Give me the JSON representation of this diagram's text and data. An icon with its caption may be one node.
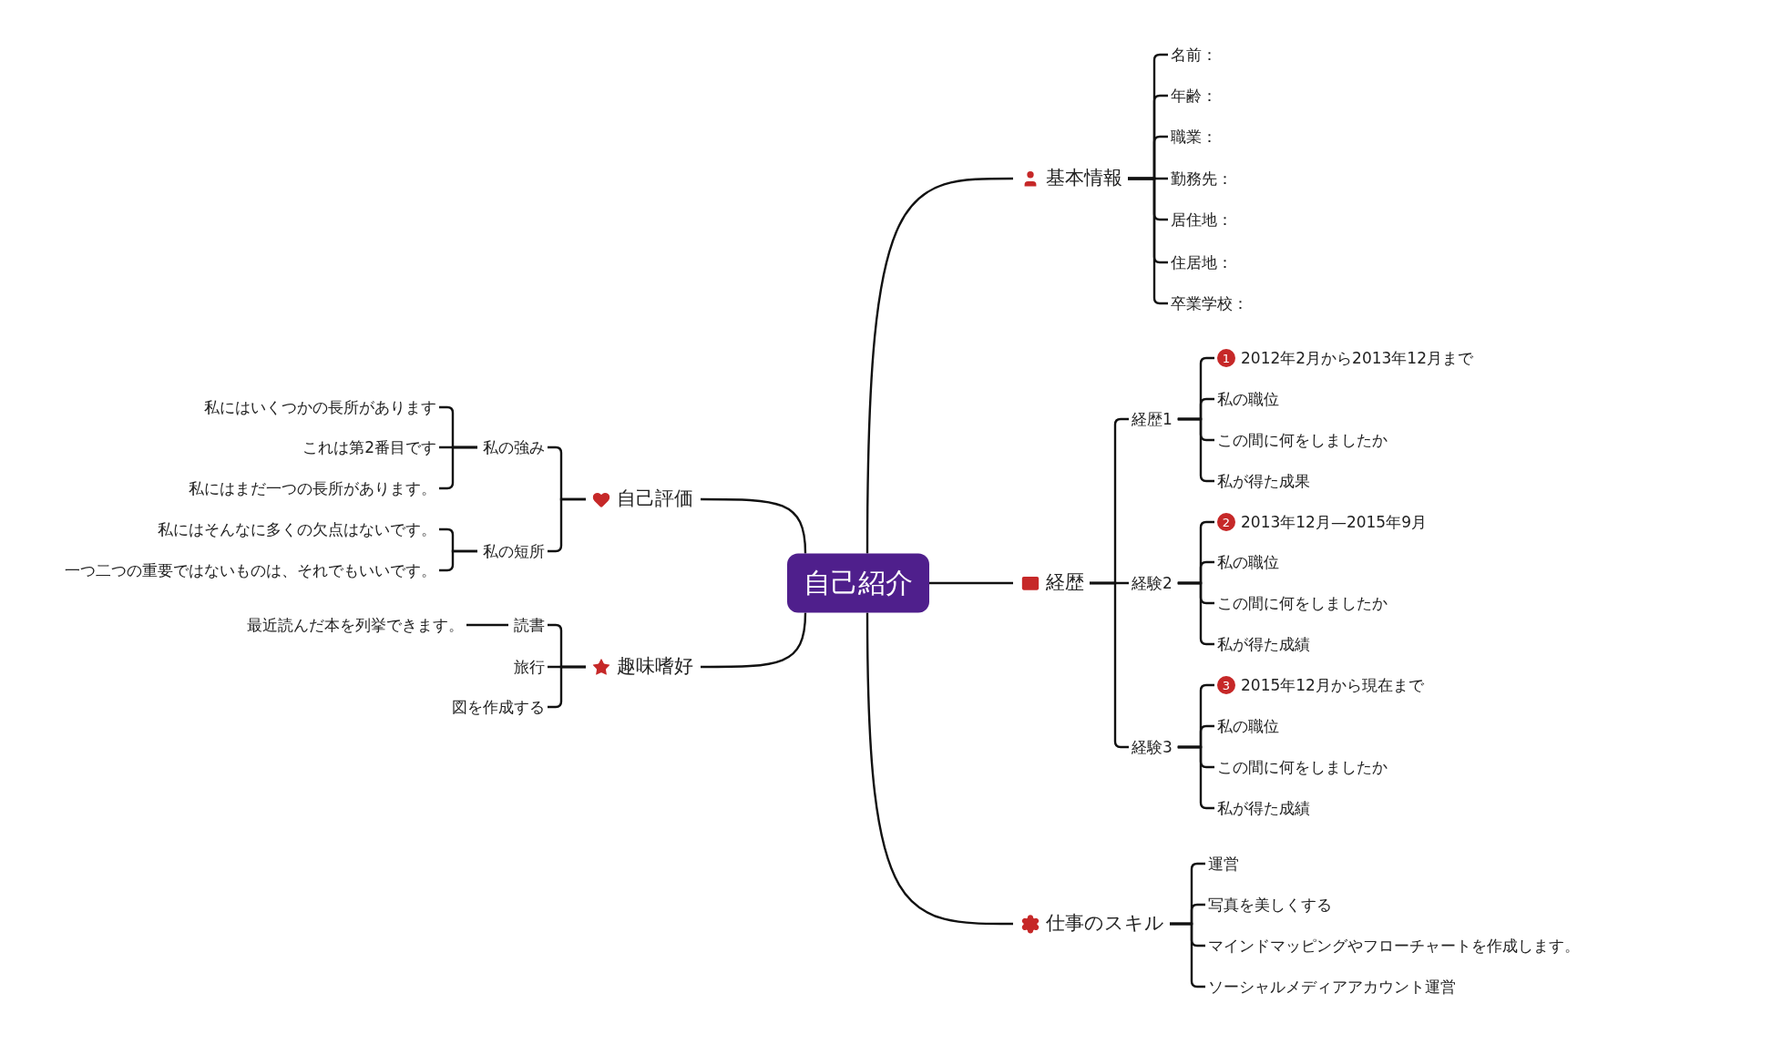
{
  "diagram": {
    "nodes": [
      {
        "text": [
          "自己紹介"
        ]
      },
      {
        "text": [
          "基本情報"
        ]
      },
      {
        "text": [
          "名前："
        ]
      },
      {
        "text": [
          "年齢："
        ]
      },
      {
        "text": [
          "職業："
        ]
      },
      {
        "text": [
          "勤務先："
        ]
      },
      {
        "text": [
          "居住地："
        ]
      },
      {
        "text": [
          "住居地："
        ]
      },
      {
        "text": [
          "卒業学校："
        ]
      },
      {
        "text": [
          "経歴"
        ]
      },
      {
        "text": [
          "経歴1"
        ]
      },
      {
        "text": [
          "1",
          "2012年2月から2013年12月まで"
        ]
      },
      {
        "text": [
          "私の職位"
        ]
      },
      {
        "text": [
          "この間に何をしましたか"
        ]
      },
      {
        "text": [
          "私が得た成果"
        ]
      },
      {
        "text": [
          "経験2"
        ]
      },
      {
        "text": [
          "2",
          "2013年12月—2015年9月"
        ]
      },
      {
        "text": [
          "私の職位"
        ]
      },
      {
        "text": [
          "この間に何をしましたか"
        ]
      },
      {
        "text": [
          "私が得た成績"
        ]
      },
      {
        "text": [
          "経験3"
        ]
      },
      {
        "text": [
          "3",
          "2015年12月から現在まで"
        ]
      },
      {
        "text": [
          "私の職位"
        ]
      },
      {
        "text": [
          "この間に何をしましたか"
        ]
      },
      {
        "text": [
          "私が得た成績"
        ]
      },
      {
        "text": [
          "仕事のスキル"
        ]
      },
      {
        "text": [
          "運営"
        ]
      },
      {
        "text": [
          "写真を美しくする"
        ]
      },
      {
        "text": [
          "マインドマッピングやフローチャートを作成します。"
        ]
      },
      {
        "text": [
          "ソーシャルメディアアカウント運営"
        ]
      },
      {
        "text": [
          "自己評価"
        ]
      },
      {
        "text": [
          "私の強み"
        ]
      },
      {
        "text": [
          "私にはいくつかの長所があります"
        ]
      },
      {
        "text": [
          "これは第2番目です"
        ]
      },
      {
        "text": [
          "私にはまだ一つの長所があります。"
        ]
      },
      {
        "text": [
          "私の短所"
        ]
      },
      {
        "text": [
          "私にはそんなに多くの欠点はないです。"
        ]
      },
      {
        "text": [
          "一つ二つの重要ではないものは、それでもいいです。"
        ]
      },
      {
        "text": [
          "趣味嗜好"
        ]
      },
      {
        "text": [
          "読書"
        ]
      },
      {
        "text": [
          "最近読んだ本を列挙できます。"
        ]
      },
      {
        "text": [
          "旅行"
        ]
      },
      {
        "text": [
          "図を作成する"
        ]
      }
    ],
    "edges": [
      {
        "from": 0,
        "to": 1,
        "arrow": "none"
      },
      {
        "from": 0,
        "to": 9,
        "arrow": "none"
      },
      {
        "from": 0,
        "to": 25,
        "arrow": "none"
      },
      {
        "from": 0,
        "to": 30,
        "arrow": "none"
      },
      {
        "from": 0,
        "to": 38,
        "arrow": "none"
      },
      {
        "from": 1,
        "to": 2,
        "arrow": "none"
      },
      {
        "from": 1,
        "to": 3,
        "arrow": "none"
      },
      {
        "from": 1,
        "to": 4,
        "arrow": "none"
      },
      {
        "from": 1,
        "to": 5,
        "arrow": "none"
      },
      {
        "from": 1,
        "to": 6,
        "arrow": "none"
      },
      {
        "from": 1,
        "to": 7,
        "arrow": "none"
      },
      {
        "from": 1,
        "to": 8,
        "arrow": "none"
      },
      {
        "from": 9,
        "to": 10,
        "arrow": "none"
      },
      {
        "from": 9,
        "to": 15,
        "arrow": "none"
      },
      {
        "from": 9,
        "to": 20,
        "arrow": "none"
      },
      {
        "from": 10,
        "to": 11,
        "arrow": "none"
      },
      {
        "from": 10,
        "to": 12,
        "arrow": "none"
      },
      {
        "from": 10,
        "to": 13,
        "arrow": "none"
      },
      {
        "from": 10,
        "to": 14,
        "arrow": "none"
      },
      {
        "from": 15,
        "to": 16,
        "arrow": "none"
      },
      {
        "from": 15,
        "to": 17,
        "arrow": "none"
      },
      {
        "from": 15,
        "to": 18,
        "arrow": "none"
      },
      {
        "from": 15,
        "to": 19,
        "arrow": "none"
      },
      {
        "from": 20,
        "to": 21,
        "arrow": "none"
      },
      {
        "from": 20,
        "to": 22,
        "arrow": "none"
      },
      {
        "from": 20,
        "to": 23,
        "arrow": "none"
      },
      {
        "from": 20,
        "to": 24,
        "arrow": "none"
      },
      {
        "from": 25,
        "to": 26,
        "arrow": "none"
      },
      {
        "from": 25,
        "to": 27,
        "arrow": "none"
      },
      {
        "from": 25,
        "to": 28,
        "arrow": "none"
      },
      {
        "from": 25,
        "to": 29,
        "arrow": "none"
      },
      {
        "from": 30,
        "to": 31,
        "arrow": "none"
      },
      {
        "from": 30,
        "to": 35,
        "arrow": "none"
      },
      {
        "from": 31,
        "to": 32,
        "arrow": "none"
      },
      {
        "from": 31,
        "to": 33,
        "arrow": "none"
      },
      {
        "from": 31,
        "to": 34,
        "arrow": "none"
      },
      {
        "from": 35,
        "to": 36,
        "arrow": "none"
      },
      {
        "from": 35,
        "to": 37,
        "arrow": "none"
      },
      {
        "from": 38,
        "to": 39,
        "arrow": "none"
      },
      {
        "from": 38,
        "to": 41,
        "arrow": "none"
      },
      {
        "from": 38,
        "to": 42,
        "arrow": "none"
      },
      {
        "from": 39,
        "to": 40,
        "arrow": "none"
      }
    ]
  }
}
